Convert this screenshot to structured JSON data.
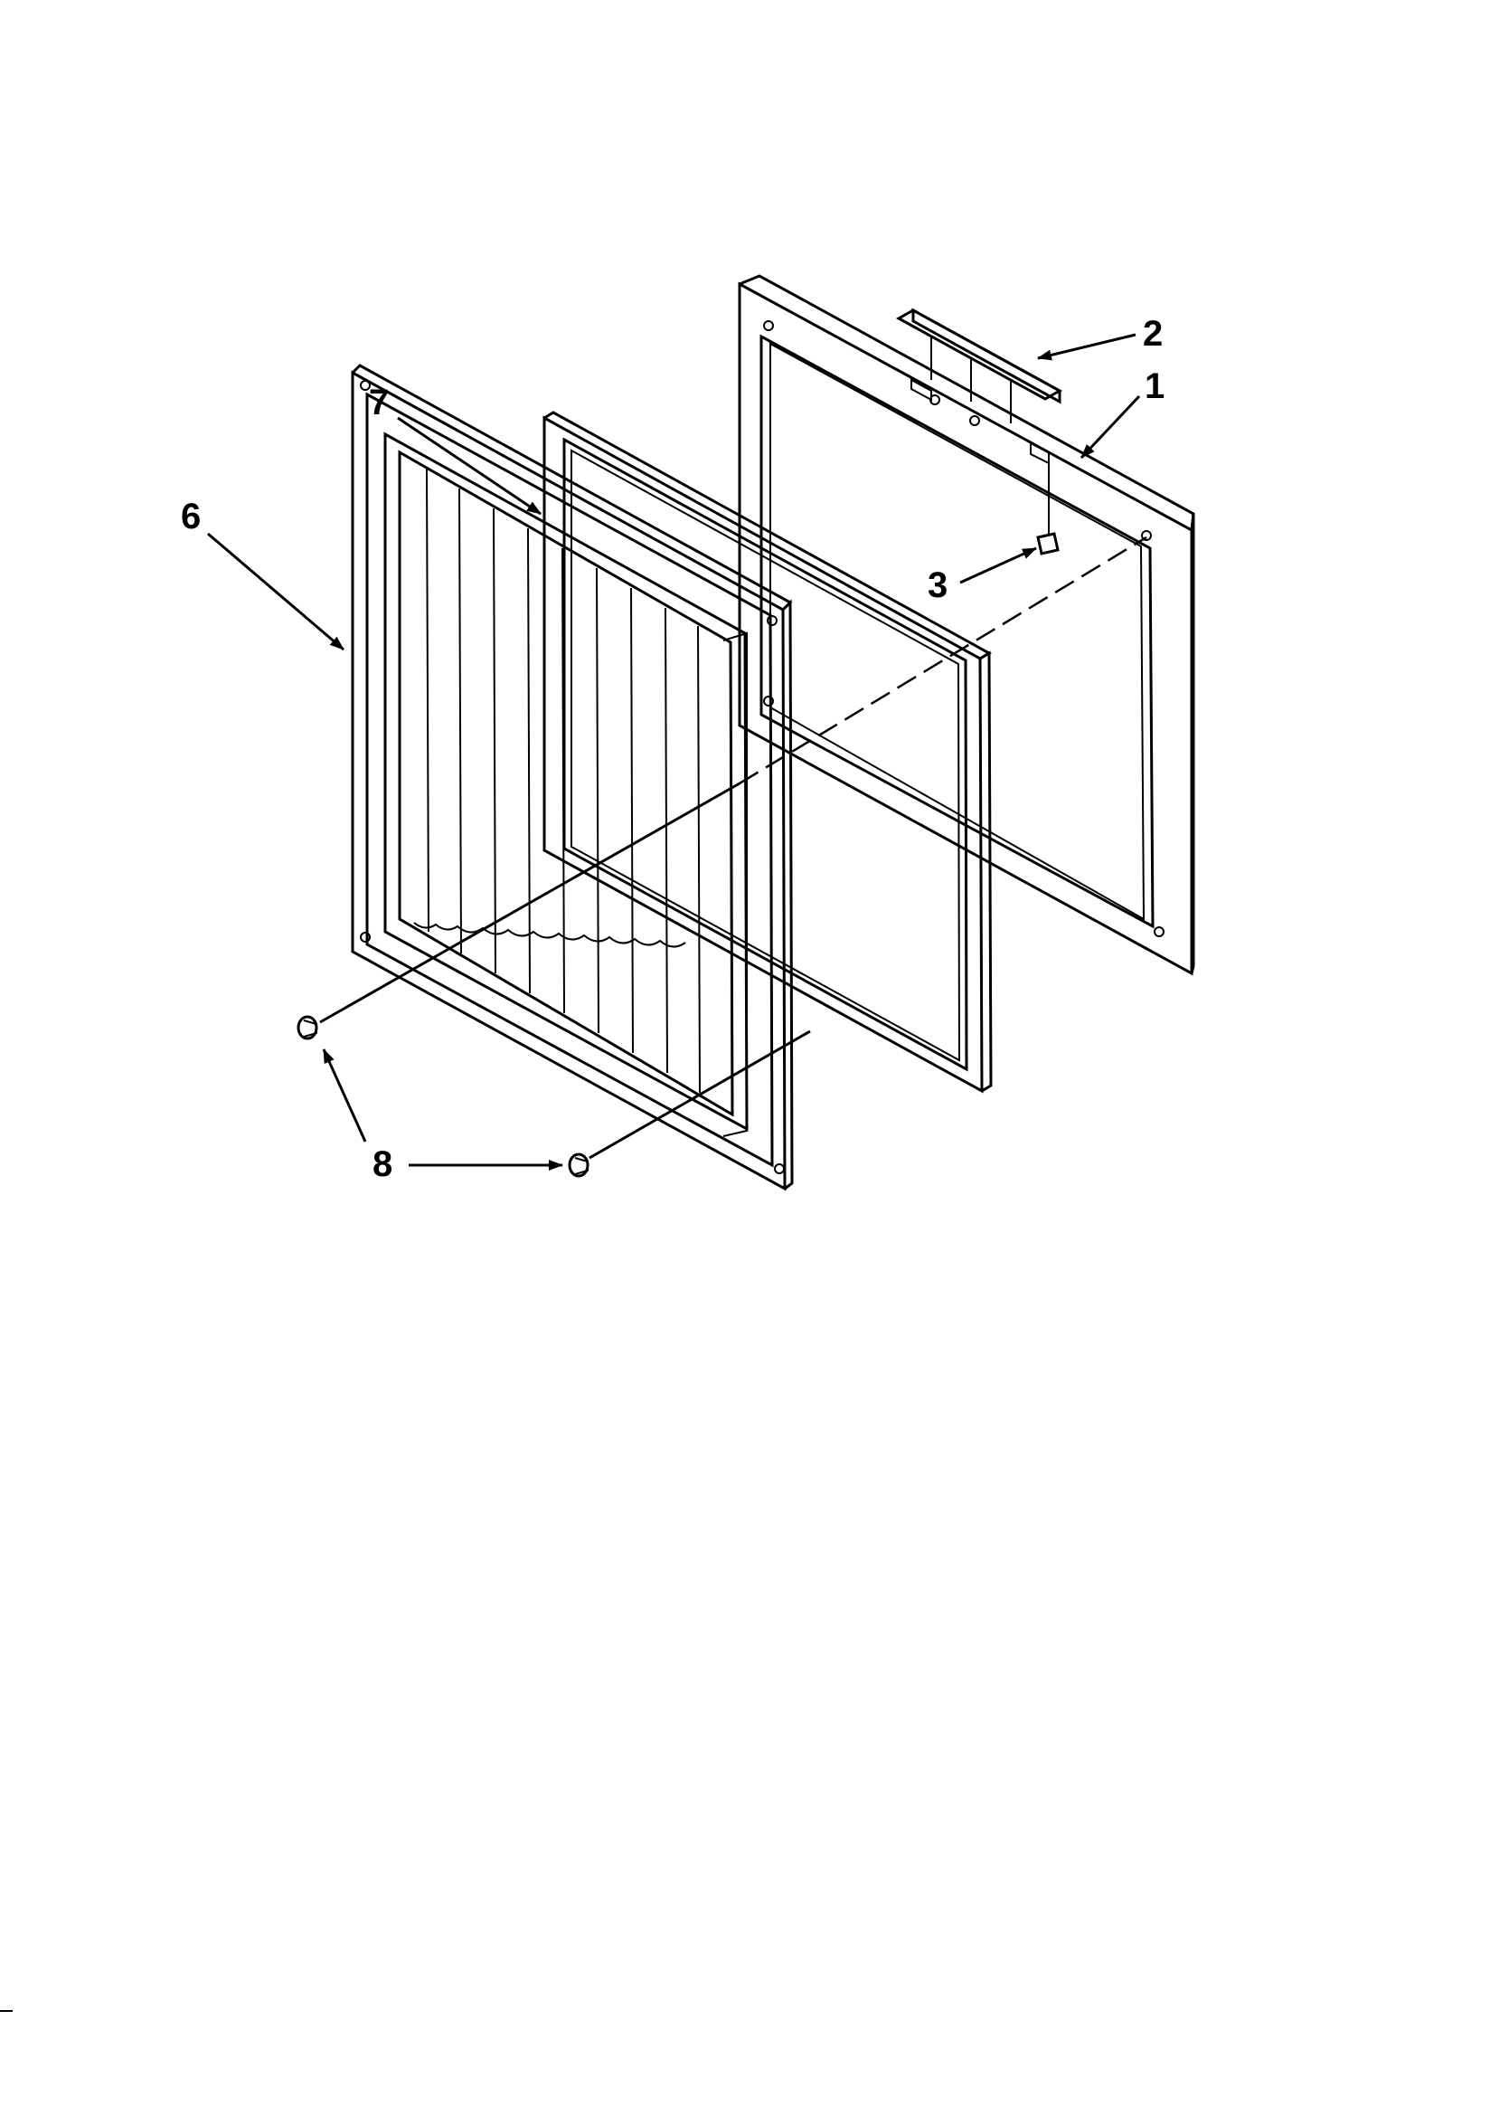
{
  "diagram": {
    "callouts": {
      "c1": "1",
      "c2": "2",
      "c3": "3",
      "c6": "6",
      "c7": "7",
      "c8": "8"
    }
  }
}
